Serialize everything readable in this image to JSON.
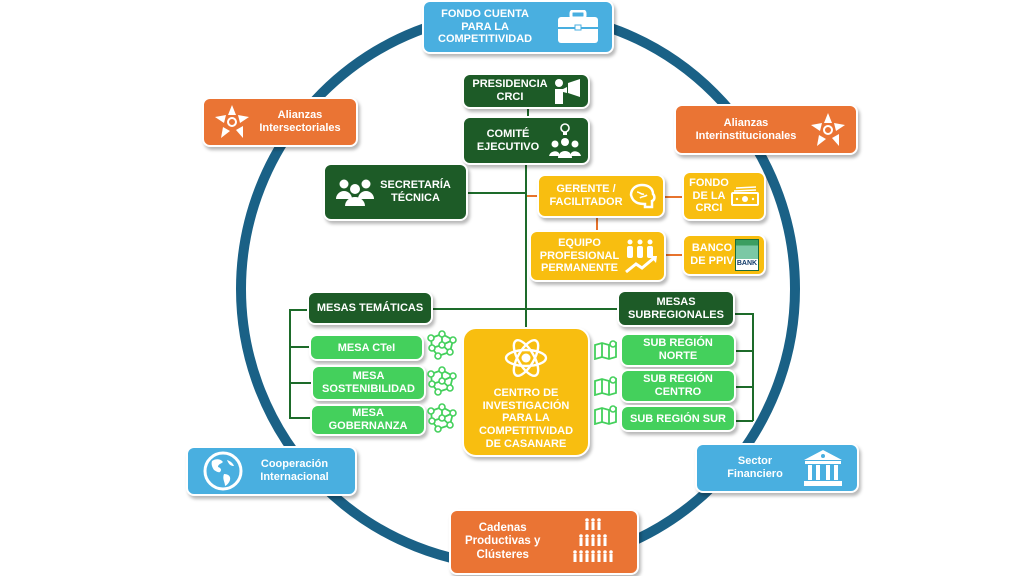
{
  "diagram": {
    "title": "Estructura CRCI Casanare",
    "colors": {
      "ring": "#1a6186",
      "dark_green": "#1d5b27",
      "yellow": "#f8be10",
      "light_green": "#44d05c",
      "orange": "#ea7434",
      "blue": "#49afe0",
      "connector_green": "#1d6b2a",
      "connector_orange": "#e7732d"
    },
    "outer": {
      "fondo_cuenta": {
        "label": "FONDO CUENTA PARA LA COMPETITIVIDAD",
        "lines": [
          "FONDO CUENTA",
          "PARA LA",
          "COMPETITIVIDAD"
        ],
        "icon": "briefcase-icon"
      },
      "alianzas_intersectoriales": {
        "lines": [
          "Alianzas",
          "Intersectoriales"
        ],
        "icon": "hands-star-icon"
      },
      "alianzas_interinstitucionales": {
        "lines": [
          "Alianzas",
          "Interinstitucionales"
        ],
        "icon": "hands-star-icon"
      },
      "cooperacion_internacional": {
        "lines": [
          "Cooperación",
          "Internacional"
        ],
        "icon": "globe-icon"
      },
      "sector_financiero": {
        "lines": [
          "Sector",
          "Financiero"
        ],
        "icon": "bank-building-icon"
      },
      "cadenas_productivas": {
        "lines": [
          "Cadenas",
          "Productivas y",
          "Clústeres"
        ],
        "icon": "people-pyramid-icon"
      }
    },
    "core": {
      "presidencia": {
        "lines": [
          "PRESIDENCIA",
          "CRCI"
        ],
        "icon": "megaphone-person-icon"
      },
      "comite": {
        "lines": [
          "COMITÉ",
          "EJECUTIVO"
        ],
        "icon": "idea-team-icon"
      },
      "secretaria": {
        "lines": [
          "SECRETARÍA",
          "TÉCNICA"
        ],
        "icon": "team-icon"
      },
      "gerente": {
        "lines": [
          "GERENTE /",
          "FACILITADOR"
        ],
        "icon": "brain-icon"
      },
      "fondo_crci": {
        "lines": [
          "FONDO",
          "DE LA",
          "CRCI"
        ],
        "icon": "cash-icon"
      },
      "equipo": {
        "lines": [
          "EQUIPO",
          "PROFESIONAL",
          "PERMANENTE"
        ],
        "icon": "growth-team-icon"
      },
      "banco": {
        "lines": [
          "BANCO",
          "DE PPIV"
        ],
        "icon": "bank-icon",
        "icon_text": "BANK"
      },
      "centro": {
        "lines": [
          "CENTRO DE",
          "INVESTIGACIÓN",
          "PARA LA",
          "COMPETITIVIDAD",
          "DE CASANARE"
        ],
        "icon": "atom-icon"
      }
    },
    "mesas_tematicas": {
      "header": "MESAS TEMÁTICAS",
      "items": [
        {
          "lines": [
            "MESA CTeI"
          ],
          "icon": "network-icon"
        },
        {
          "lines": [
            "MESA",
            "SOSTENIBILIDAD"
          ],
          "icon": "network-icon"
        },
        {
          "lines": [
            "MESA",
            "GOBERNANZA"
          ],
          "icon": "network-icon"
        }
      ]
    },
    "mesas_subregionales": {
      "header_lines": [
        "MESAS",
        "SUBREGIONALES"
      ],
      "items": [
        {
          "lines": [
            "SUB REGIÓN",
            "NORTE"
          ],
          "icon": "map-pin-icon"
        },
        {
          "lines": [
            "SUB REGIÓN",
            "CENTRO"
          ],
          "icon": "map-pin-icon"
        },
        {
          "lines": [
            "SUB REGIÓN SUR"
          ],
          "icon": "map-pin-icon"
        }
      ]
    }
  }
}
